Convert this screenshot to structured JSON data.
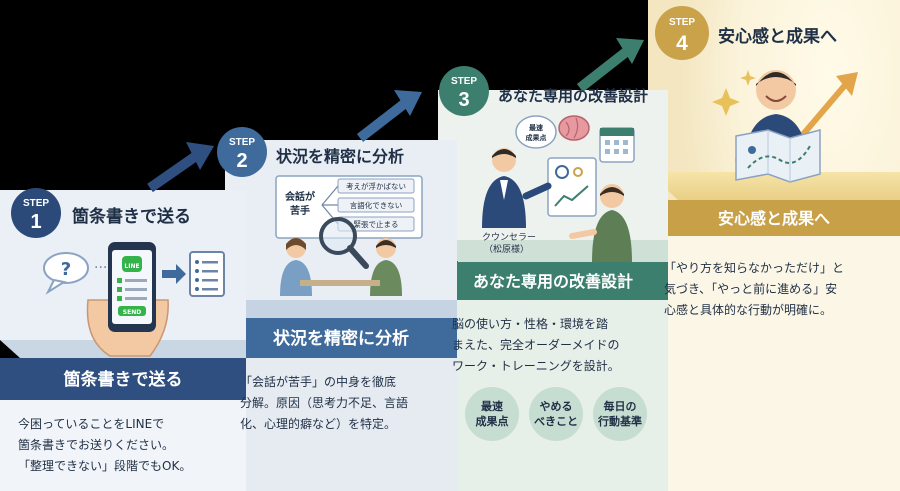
{
  "step_word": "STEP",
  "steps": [
    {
      "number": "1",
      "heading": "箇条書きで送る",
      "band": "箇条書きで送る",
      "desc": [
        "今困っていることをLINEで",
        "箇条書きでお送りください。",
        "「整理できない」段階でもOK。"
      ],
      "phone_app": "LINE",
      "phone_button": "SEND",
      "bubble_mark": "?"
    },
    {
      "number": "2",
      "heading": "状況を精密に分析",
      "band": "状況を精密に分析",
      "desc": [
        "「会話が苦手」の中身を徹底",
        "分解。原因（思考力不足、言語",
        "化、心理的癖など）を特定。"
      ],
      "board_title": [
        "会話が",
        "苦手"
      ],
      "board_items": [
        "考えが浮かばない",
        "言語化できない",
        "緊張で止まる"
      ]
    },
    {
      "number": "3",
      "heading": "あなた専用の改善設計",
      "band": "あなた専用の改善設計",
      "desc": [
        "脳の使い方・性格・環境を踏",
        "まえた、完全オーダーメイドの",
        "ワーク・トレーニングを設計。"
      ],
      "counselor_label": [
        "クウンセラー",
        "（松原様）"
      ],
      "bubble_text": [
        "最速",
        "成果点"
      ],
      "badges": [
        [
          "最速",
          "成果点"
        ],
        [
          "やめる",
          "べきこと"
        ],
        [
          "毎日の",
          "行動基準"
        ]
      ]
    },
    {
      "number": "4",
      "heading": "安心感と成果へ",
      "band": "安心感と成果へ",
      "desc": [
        "「やり方を知らなかっただけ」と",
        "気づき、「やっと前に進める」安",
        "心感と具体的な行動が明確に。"
      ]
    }
  ],
  "colors": {
    "navy": "#2b4a7a",
    "navy_band": "#3a5a8c",
    "blue_gray": "#3f6b9c",
    "teal": "#3d7f6e",
    "gold": "#c9a24a",
    "gold_band": "#c8a047",
    "cream": "#fbf3d8"
  }
}
